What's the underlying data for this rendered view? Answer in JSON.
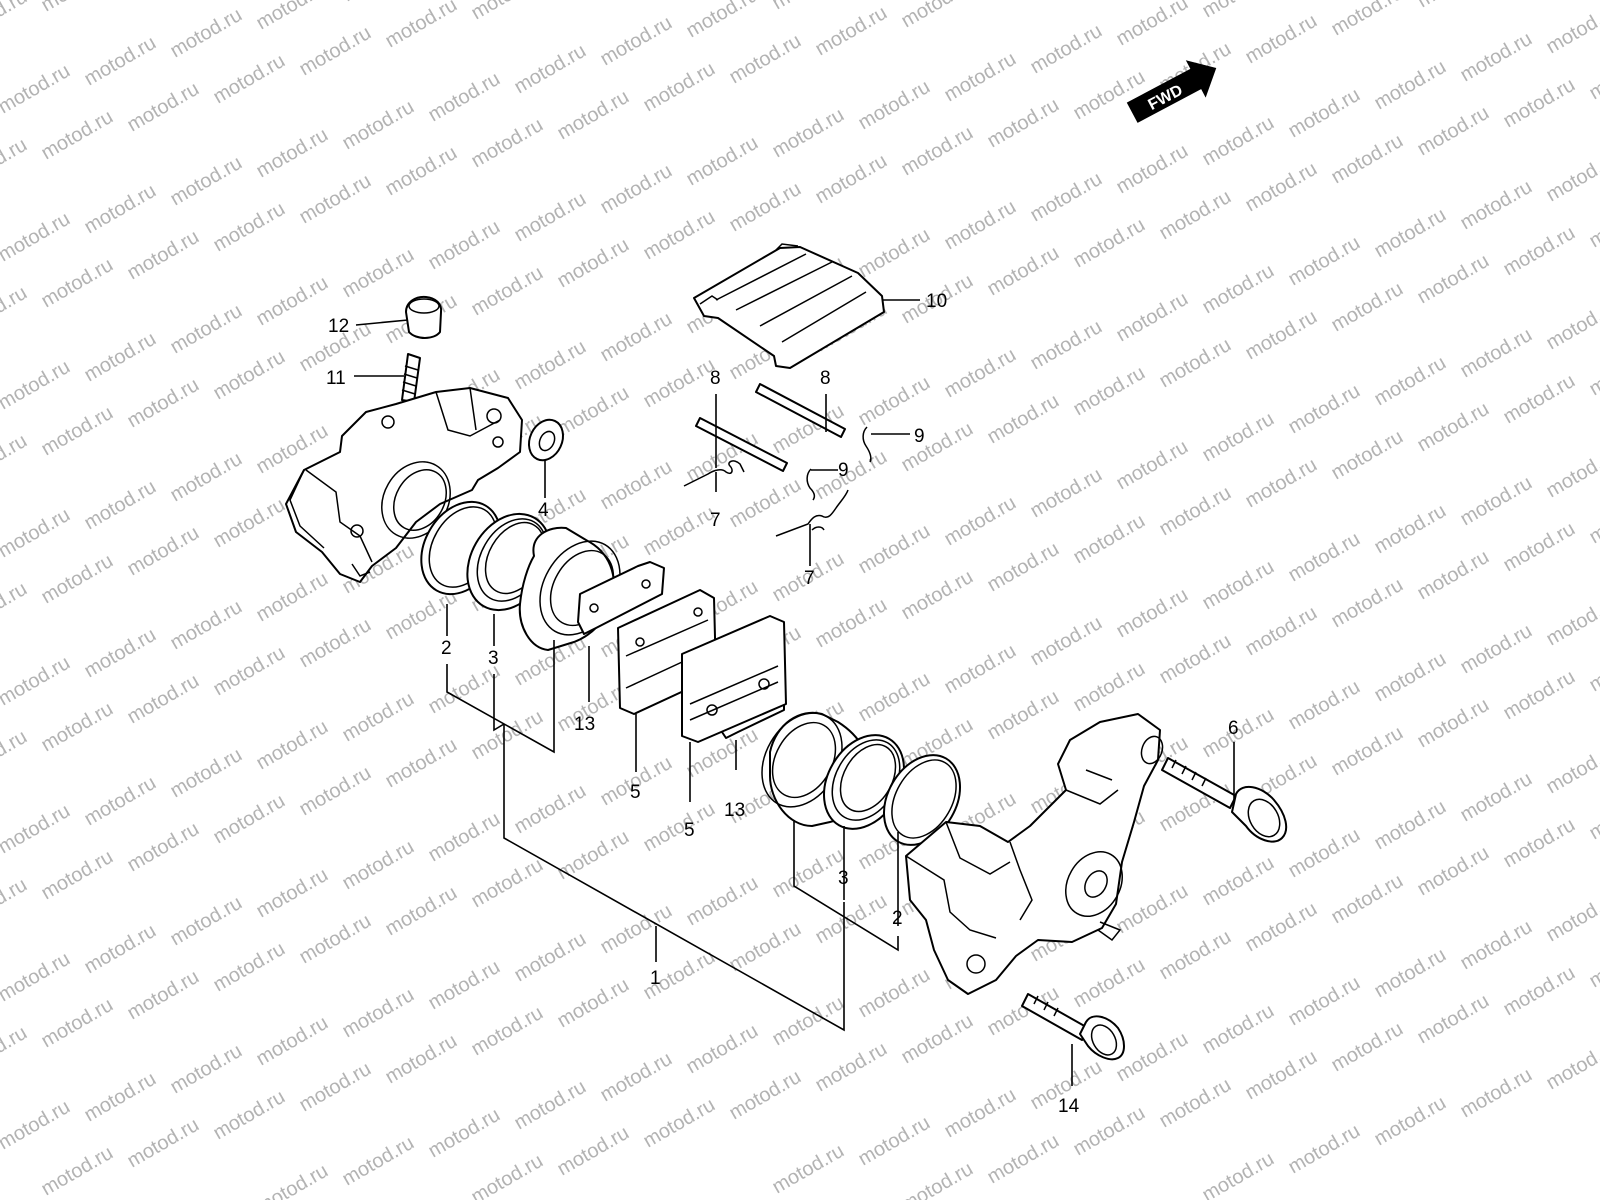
{
  "watermark": {
    "text": "motod.ru",
    "color": "#b3b3b3"
  },
  "direction_badge": {
    "label": "FWD",
    "icon": "fwd-arrow-icon"
  },
  "callouts": {
    "c1": "1",
    "c2a": "2",
    "c2b": "2",
    "c3a": "3",
    "c3b": "3",
    "c4": "4",
    "c5a": "5",
    "c5b": "5",
    "c6": "6",
    "c7a": "7",
    "c7b": "7",
    "c8a": "8",
    "c8b": "8",
    "c9a": "9",
    "c9b": "9",
    "c10": "10",
    "c11": "11",
    "c12": "12",
    "c13a": "13",
    "c13b": "13",
    "c14": "14"
  },
  "colors": {
    "line": "#000000",
    "background": "#ffffff"
  }
}
